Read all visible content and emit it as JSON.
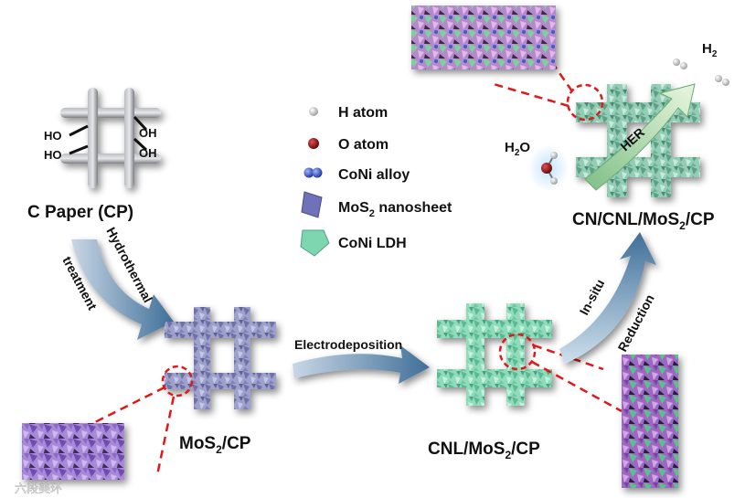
{
  "labels": {
    "c_paper": "C Paper (CP)",
    "mos2_cp": "MoS",
    "mos2_cp_sub": "2",
    "mos2_cp_tail": "/CP",
    "cnl_mos2_cp": "CNL/MoS",
    "cnl_mos2_cp_sub": "2",
    "cnl_mos2_cp_tail": "/CP",
    "cn_cnl_mos2_cp": "CN/CNL/MoS",
    "cn_cnl_mos2_cp_sub": "2",
    "cn_cnl_mos2_cp_tail": "/CP",
    "oh": "OH",
    "ho": "HO",
    "h2": "H",
    "h2_sub": "2",
    "h2o_h": "H",
    "h2o_sub": "2",
    "h2o_o": "O"
  },
  "arrows": {
    "hydrothermal": "Hydrothermal",
    "treatment": "treatment",
    "electrodeposition": "Electrodeposition",
    "in_situ": "In-situ",
    "reduction": "Reduction",
    "her": "HER"
  },
  "legend": [
    {
      "name": "h-atom",
      "text": "H atom",
      "sub": "",
      "tail": ""
    },
    {
      "name": "o-atom",
      "text": "O atom",
      "sub": "",
      "tail": ""
    },
    {
      "name": "coni-alloy",
      "text": "CoNi alloy",
      "sub": "",
      "tail": ""
    },
    {
      "name": "mos2-nanosheet",
      "text": "MoS",
      "sub": "2",
      "tail": " nanosheet"
    },
    {
      "name": "coni-ldh",
      "text": "CoNi LDH",
      "sub": "",
      "tail": ""
    }
  ],
  "colors": {
    "mos2": "#8c8fbf",
    "ldh": "#7ed6b0",
    "alloy": "#3a5bd8",
    "o_atom": "#8a1010",
    "dash": "#e01818",
    "arrow_blue": "#5a86ad",
    "her_arrow": "#bfe3b0",
    "carbon": "#8d9096"
  },
  "watermark": "六段美环"
}
